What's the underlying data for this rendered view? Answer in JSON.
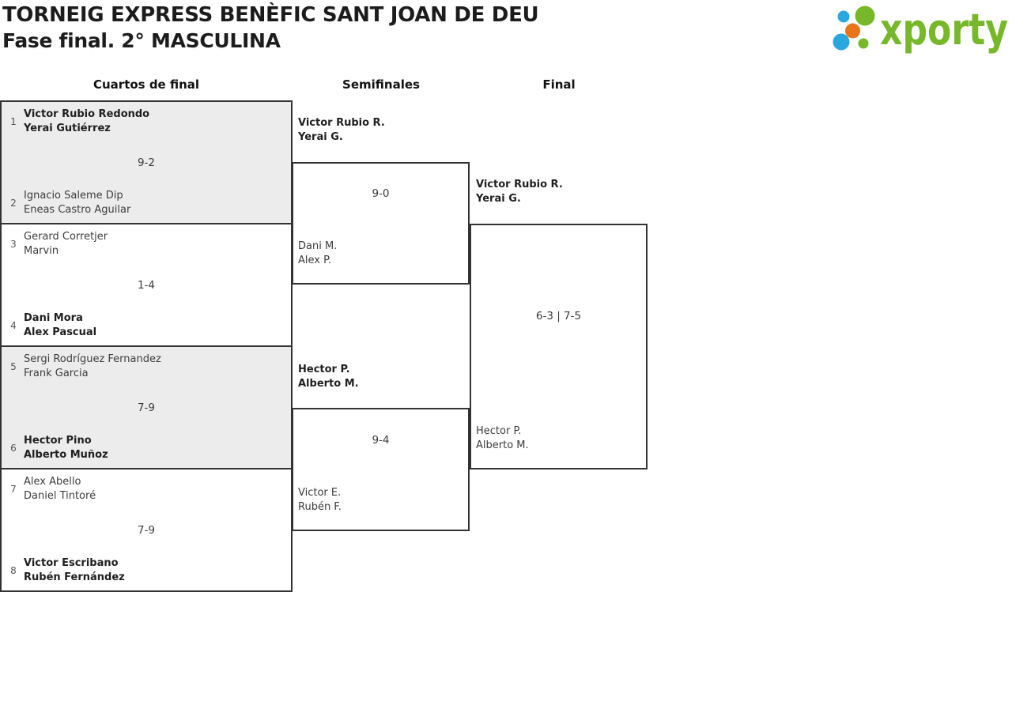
{
  "header": {
    "title_line1": "TORNEIG EXPRESS BENÈFIC SANT JOAN DE DEU",
    "title_line2": "Fase final. 2° MASCULINA"
  },
  "logo": {
    "text": "xporty"
  },
  "colors": {
    "brand_green": "#76B82A",
    "brand_blue": "#29A8E0",
    "brand_orange": "#E8751A",
    "match_shade": "#ECECEC",
    "line": "#333333"
  },
  "bracket": {
    "rounds": [
      "Cuartos de final",
      "Semifinales",
      "Final"
    ],
    "quarterfinals": [
      {
        "seed_top": "1",
        "team_top": [
          "Victor Rubio Redondo",
          "Yerai Gutiérrez"
        ],
        "score": "9-2",
        "seed_bottom": "2",
        "team_bottom": [
          "Ignacio Saleme Dip",
          "Eneas Castro Aguilar"
        ],
        "winner": "top",
        "shaded": true
      },
      {
        "seed_top": "3",
        "team_top": [
          "Gerard Corretjer",
          "Marvin"
        ],
        "score": "1-4",
        "seed_bottom": "4",
        "team_bottom": [
          "Dani Mora",
          "Alex Pascual"
        ],
        "winner": "bottom",
        "shaded": false
      },
      {
        "seed_top": "5",
        "team_top": [
          "Sergi Rodríguez Fernandez",
          "Frank Garcia"
        ],
        "score": "7-9",
        "seed_bottom": "6",
        "team_bottom": [
          "Hector Pino",
          "Alberto Muñoz"
        ],
        "winner": "bottom",
        "shaded": true
      },
      {
        "seed_top": "7",
        "team_top": [
          "Alex Abello",
          "Daniel Tintoré"
        ],
        "score": "7-9",
        "seed_bottom": "8",
        "team_bottom": [
          "Victor Escribano",
          "Rubén Fernández"
        ],
        "winner": "bottom",
        "shaded": false
      }
    ],
    "semifinals": [
      {
        "team_top": [
          "Victor Rubio R.",
          "Yerai G."
        ],
        "score": "9-0",
        "team_bottom": [
          "Dani M.",
          "Alex P."
        ],
        "winner": "top"
      },
      {
        "team_top": [
          "Hector P.",
          "Alberto M."
        ],
        "score": "9-4",
        "team_bottom": [
          "Victor E.",
          "Rubén F."
        ],
        "winner": "top"
      }
    ],
    "final": {
      "team_top": [
        "Victor Rubio R.",
        "Yerai G."
      ],
      "score": "6-3 | 7-5",
      "team_bottom": [
        "Hector P.",
        "Alberto M."
      ],
      "winner": "top"
    }
  }
}
